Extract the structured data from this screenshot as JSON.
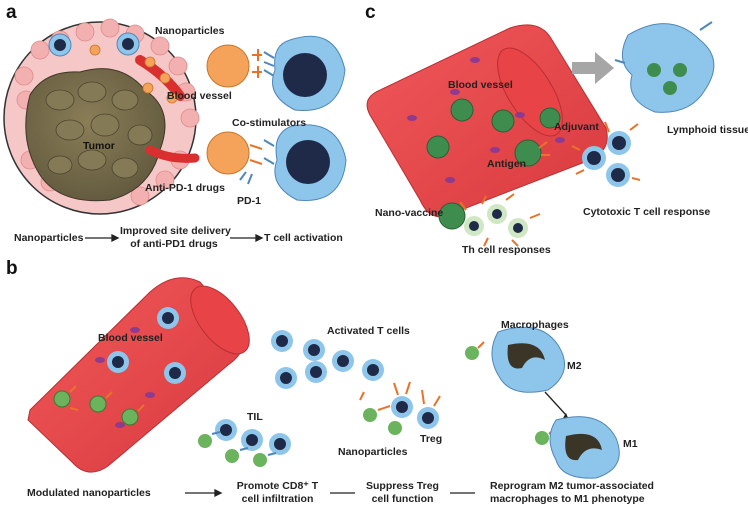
{
  "panels": {
    "a": "a",
    "b": "b",
    "c": "c"
  },
  "panel_a": {
    "nanoparticles": "Nanoparticles",
    "blood_vessel": "Blood vessel",
    "tumor": "Tumor",
    "anti_pd1": "Anti-PD-1 drugs",
    "co_stimulators": "Co-stimulators",
    "pd1": "PD-1",
    "flow": [
      "Nanoparticles",
      "Improved site delivery",
      "of anti-PD1 drugs",
      "T cell activation"
    ]
  },
  "panel_b": {
    "blood_vessel": "Blood vessel",
    "activated_t": "Activated T cells",
    "til": "TIL",
    "nanoparticles": "Nanoparticles",
    "treg": "Treg",
    "macrophages": "Macrophages",
    "m2": "M2",
    "m1": "M1",
    "flow": [
      "Modulated nanoparticles",
      "Promote CD8⁺ T",
      "cell infiltration",
      "Suppress Treg",
      "cell function",
      "Reprogram M2 tumor-associated",
      "macrophages to M1 phenotype"
    ]
  },
  "panel_c": {
    "blood_vessel": "Blood vessel",
    "lymphoid": "Lymphoid tissue",
    "adjuvant": "Adjuvant",
    "antigen": "Antigen",
    "cytotoxic": "Cytotoxic T cell response",
    "nano_vaccine": "Nano-vaccine",
    "th_cell": "Th cell responses"
  },
  "colors": {
    "vessel": "#e8474a",
    "tcell_outer": "#8ec5ea",
    "tcell_nucleus": "#1f2a48",
    "nanoparticle_orange": "#f5a25a",
    "green_particle": "#3e8d4e",
    "receptor": "#e8722a",
    "tumor": "#6b6245",
    "macrophage": "#8ec5ea"
  }
}
